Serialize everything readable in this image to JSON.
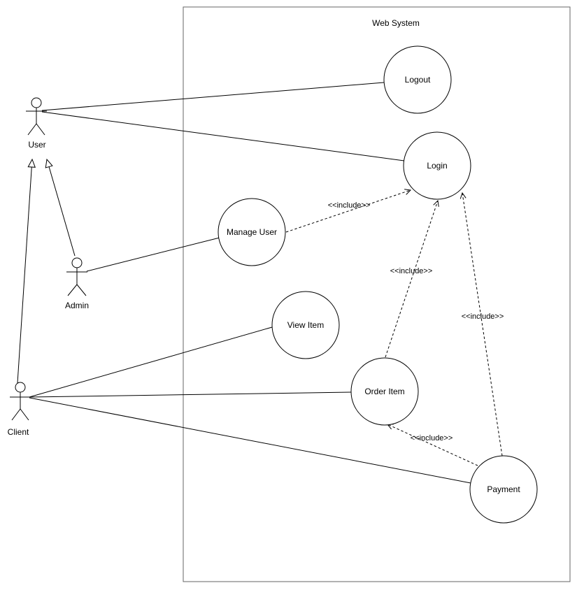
{
  "frame": {
    "label": "Web System"
  },
  "actors": {
    "user": {
      "label": "User"
    },
    "admin": {
      "label": "Admin"
    },
    "client": {
      "label": "Client"
    }
  },
  "use_cases": {
    "logout": {
      "label": "Logout"
    },
    "login": {
      "label": "Login"
    },
    "manage_user": {
      "label": "Manage User"
    },
    "view_item": {
      "label": "View Item"
    },
    "order_item": {
      "label": "Order Item"
    },
    "payment": {
      "label": "Payment"
    }
  },
  "include_stereotype": "<<include>>",
  "relationships": [
    {
      "from": "User",
      "to": "Logout",
      "type": "association"
    },
    {
      "from": "User",
      "to": "Login",
      "type": "association"
    },
    {
      "from": "Admin",
      "to": "Manage User",
      "type": "association"
    },
    {
      "from": "Client",
      "to": "View Item",
      "type": "association"
    },
    {
      "from": "Client",
      "to": "Order Item",
      "type": "association"
    },
    {
      "from": "Client",
      "to": "Payment",
      "type": "association"
    },
    {
      "from": "Client",
      "to": "User",
      "type": "generalization"
    },
    {
      "from": "Admin",
      "to": "User",
      "type": "generalization"
    },
    {
      "from": "Manage User",
      "to": "Login",
      "type": "include",
      "label": "<<include>>"
    },
    {
      "from": "Order Item",
      "to": "Login",
      "type": "include",
      "label": "<<include>>"
    },
    {
      "from": "Payment",
      "to": "Login",
      "type": "include",
      "label": "<<include>>"
    },
    {
      "from": "Payment",
      "to": "Order Item",
      "type": "include",
      "label": "<<include>>"
    }
  ],
  "colors": {
    "stroke": "#000000",
    "frame_border": "#666666",
    "background": "#ffffff"
  }
}
